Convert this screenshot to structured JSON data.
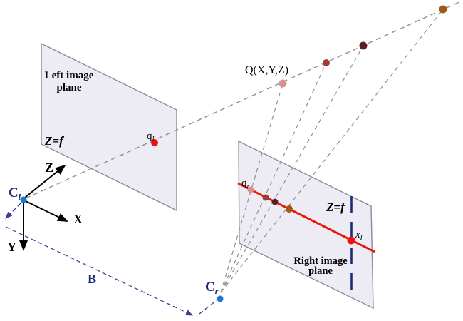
{
  "figure": {
    "type": "stereo-epipolar-geometry-diagram"
  },
  "left_plane": {
    "label_line1": "Left image",
    "label_line2": "plane",
    "focal_label": "Z=f"
  },
  "right_plane": {
    "label_line1": "Right image",
    "label_line2": "plane",
    "focal_label": "Z=f"
  },
  "axes": {
    "x": "X",
    "y": "Y",
    "z": "Z"
  },
  "labels": {
    "world_point": "Q(X,Y,Z)",
    "baseline": "B",
    "c_l": {
      "base": "C",
      "sub": "l"
    },
    "c_r": {
      "base": "C",
      "sub": "r"
    },
    "q_l": {
      "base": "q",
      "sub": "l"
    },
    "q_r": {
      "base": "q",
      "sub": "r"
    },
    "x_l": {
      "base": "x",
      "sub": "l"
    }
  },
  "colors": {
    "plane_fill": "#edecf5",
    "plane_border": "#8a8aa0",
    "epipolar_red": "#ee1509",
    "point_red": "#ee1111",
    "camera_blue": "#1b78cf",
    "navy_text": "#1c2b78",
    "dash_grey": "#8f8f8f",
    "dash_navy": "#3c3f96",
    "depth_point_1": "#d6948c",
    "depth_point_2": "#9e3b32",
    "depth_point_3": "#5a1f24",
    "depth_point_4": "#a0590e"
  }
}
